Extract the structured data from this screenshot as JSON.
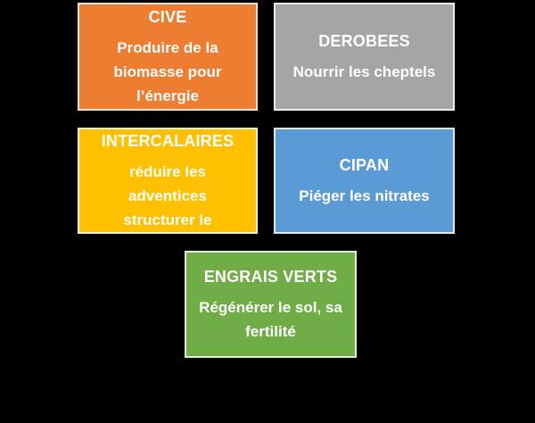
{
  "background": "#000000",
  "text_color": "#FFFFFF",
  "cards": [
    {
      "id": "cive",
      "title": "CIVE",
      "body": "Produire de la\nbiomasse pour\nl’énergie",
      "fill": "#ED7D31",
      "border": "#FBE5D6"
    },
    {
      "id": "derobees",
      "title": "DEROBEES",
      "body": "Nourrir les cheptels",
      "fill": "#A5A5A5",
      "border": "#EDEDED"
    },
    {
      "id": "intercalaires",
      "title": "INTERCALAIRES",
      "body": "réduire les\nadventices\nstructurer le",
      "fill": "#FFC000",
      "border": "#FFF2CC"
    },
    {
      "id": "cipan",
      "title": "CIPAN",
      "body": "Piéger les nitrates",
      "fill": "#5B9BD5",
      "border": "#DEEBF7"
    },
    {
      "id": "engrais_verts",
      "title": "ENGRAIS VERTS",
      "body": "Régénérer le sol, sa\nfertilité",
      "fill": "#70AD47",
      "border": "#E2F0D9"
    }
  ]
}
